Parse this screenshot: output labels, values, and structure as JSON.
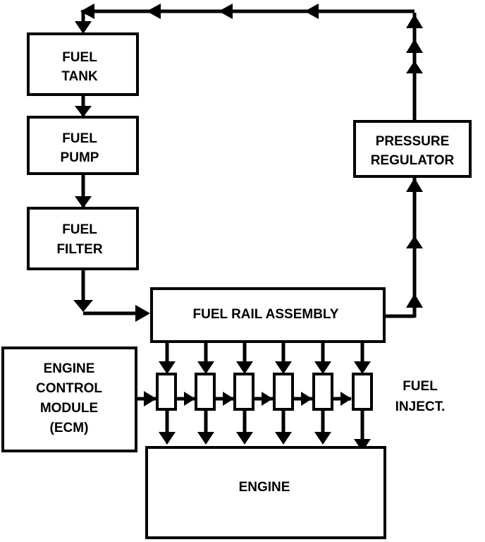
{
  "boxes": {
    "fuel_tank": [
      "FUEL",
      "TANK"
    ],
    "fuel_pump": [
      "FUEL",
      "PUMP"
    ],
    "fuel_filter": [
      "FUEL",
      "FILTER"
    ],
    "pressure_regulator": [
      "PRESSURE",
      "REGULATOR"
    ],
    "fuel_rail_assembly": [
      "FUEL RAIL ASSEMBLY"
    ],
    "engine_control_module": [
      "ENGINE",
      "CONTROL",
      "MODULE",
      "(ECM)"
    ],
    "engine": [
      "ENGINE"
    ]
  },
  "labels": {
    "fuel_inject": [
      "FUEL",
      "INJECT."
    ]
  },
  "injector_count": 6,
  "colors": {
    "stroke": "#000000",
    "background": "#ffffff"
  }
}
